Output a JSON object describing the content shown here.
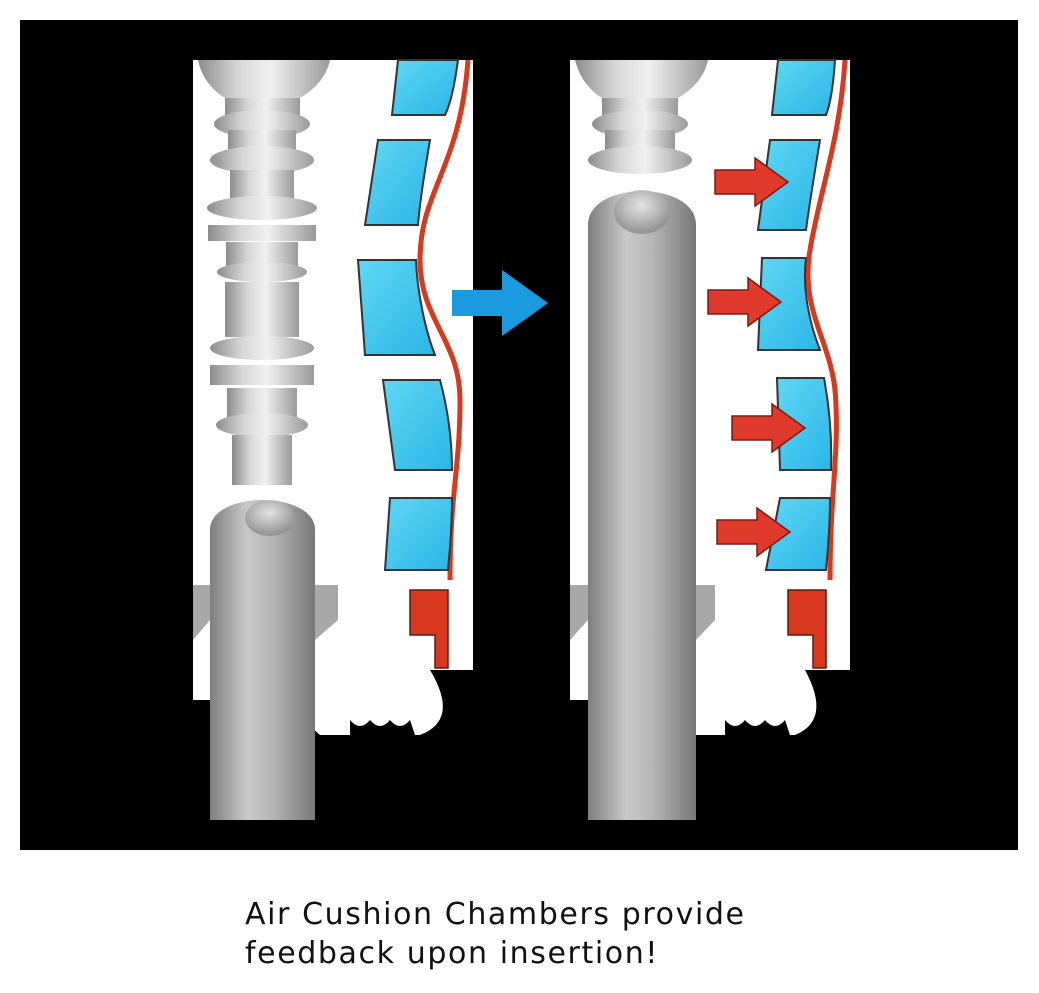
{
  "caption": {
    "line1": "Air Cushion Chambers provide",
    "line2": "feedback upon insertion!"
  },
  "colors": {
    "background": "#000000",
    "chamber": "#3ec8ee",
    "wall": "#d8381e",
    "flow_arrow": "#1a9be0",
    "pressure_arrow": "#e03a2c",
    "insert": "#bdbdbd"
  },
  "diagram": {
    "panels": [
      "before-insertion",
      "after-insertion"
    ],
    "transition_arrow": "right-arrow-icon",
    "pressure_arrows": 4
  }
}
